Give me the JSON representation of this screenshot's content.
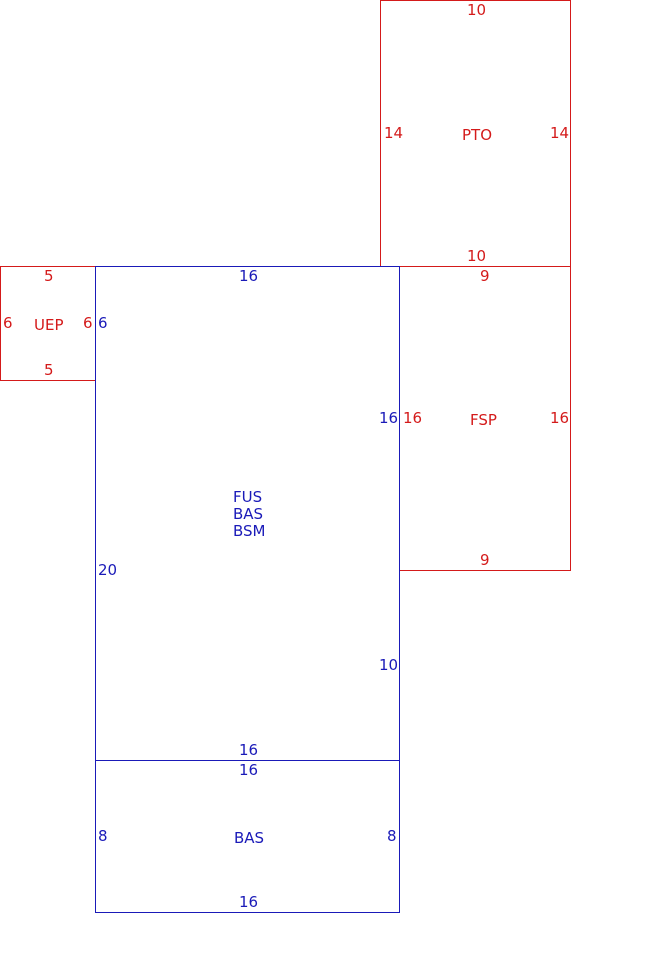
{
  "sections": {
    "pto": {
      "name": "PTO",
      "top": "10",
      "left": "14",
      "right": "14",
      "bottom": "10",
      "color": "#d41a1a"
    },
    "uep": {
      "name": "UEP",
      "top": "5",
      "left": "6",
      "right": "6",
      "bottom": "5",
      "color": "#d41a1a"
    },
    "main": {
      "names": [
        "FUS",
        "BAS",
        "BSM"
      ],
      "top": "16",
      "left_upper": "6",
      "left_lower": "20",
      "right_upper": "16",
      "right_lower": "10",
      "bottom": "16",
      "color": "#1a1ab8"
    },
    "fsp": {
      "name": "FSP",
      "top": "9",
      "left": "16",
      "right": "16",
      "bottom": "9",
      "color": "#d41a1a"
    },
    "bas": {
      "name": "BAS",
      "top": "16",
      "left": "8",
      "right": "8",
      "bottom": "16",
      "color": "#1a1ab8"
    }
  }
}
